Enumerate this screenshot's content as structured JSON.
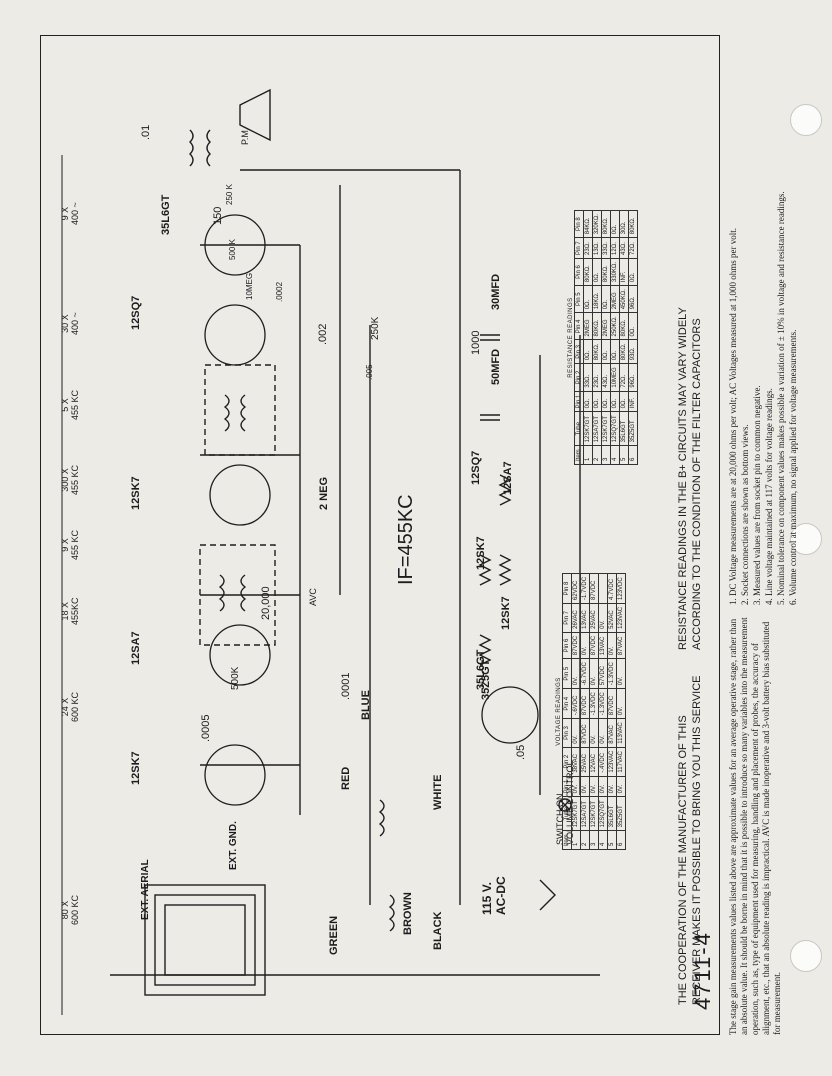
{
  "banner_bplus": [
    "RESISTANCE READINGS IN THE B+ CIRCUITS MAY VARY WIDELY",
    "ACCORDING TO THE CONDITION OF THE FILTER CAPACITORS"
  ],
  "banner_coop": [
    "THE COOPERATION OF THE MANUFACTURER OF THIS",
    "RECEIVER MAKES IT POSSIBLE TO BRING YOU THIS SERVICE"
  ],
  "model_number": "4711-4",
  "if_label": "IF=455KC",
  "switch_label": [
    "SWITCH ON",
    "VOLUME CONTROL"
  ],
  "power_label": [
    "115 V.",
    "AC-DC"
  ],
  "antenna_labels": [
    "EXT. AERIAL",
    "EXT. GND."
  ],
  "wire_colors": [
    "GREEN",
    "BROWN",
    "BLACK",
    "RED",
    "BLUE",
    "WHITE"
  ],
  "avc_label": "AVC",
  "tubes": [
    "12SK7",
    "12SA7",
    "12SK7",
    "12SQ7",
    "35L6GT",
    "35Z5GT"
  ],
  "heater_string": [
    "35L6GT",
    "12SK7",
    "12SK7",
    "12SQ7",
    "12SA7"
  ],
  "components": {
    "c_0005": ".0005",
    "c_0001": ".0001",
    "c_002": ".002",
    "c_01": ".01",
    "c_05": ".05",
    "c_0002": ".0002",
    "c_005": ".005",
    "r_20000": "20,000",
    "r_500k": "500K",
    "r_250k": "250K",
    "r_150": "150",
    "r_1000": "1000",
    "r_2neg": "2 NEG",
    "r_10meg": "10MEG",
    "r_500k_b": "500 K",
    "r_250k_b": "250 K",
    "c_50mfd": "50MFD",
    "c_30mfd": "30MFD",
    "pm": "P.M."
  },
  "stage_gains": [
    {
      "gain": "80 X",
      "freq": "600 KC"
    },
    {
      "gain": "24 X",
      "freq": "600 KC"
    },
    {
      "gain": "18 X",
      "freq": "455KC"
    },
    {
      "gain": "9 X",
      "freq": "455 KC"
    },
    {
      "gain": "300 X",
      "freq": "455 KC"
    },
    {
      "gain": "5 X",
      "freq": "455 KC"
    },
    {
      "gain": "30 X",
      "freq": "400 ~"
    },
    {
      "gain": "9 X",
      "freq": "400 ~"
    }
  ],
  "voltage_table": {
    "title": "VOLTAGE READINGS",
    "headers": [
      "Item",
      "Tube",
      "Pin 1",
      "Pin 2",
      "Pin 3",
      "Pin 4",
      "Pin 5",
      "Pin 6",
      "Pin 7",
      "Pin 8"
    ],
    "rows": [
      [
        "1",
        "12SK7GT",
        "0V.",
        "38VAC",
        "0V.",
        "-.6VDC",
        "0V.",
        "87VDC",
        "26VAC",
        "62VDC"
      ],
      [
        "2",
        "12SA7GT",
        "0V.",
        "25VAC",
        "87VDC",
        "87VDC",
        "-6.7VDC",
        "0V.",
        "13VAC",
        "-1.7VDC"
      ],
      [
        "3",
        "12SK7GT",
        "0V.",
        "12VAC",
        "0V.",
        "-1.3VDC",
        "0V.",
        "87VDC",
        "25VAC",
        "87VDC"
      ],
      [
        "4",
        "12SQ7GT",
        "0V.",
        "-.4VDC",
        "0V.",
        "-1.3VDC",
        "57VDC",
        "13VAC",
        "0V.",
        ""
      ],
      [
        "5",
        "35L6GT",
        "0V.",
        "123VAC",
        "87VAC",
        "87VDC",
        "-1.3VDC",
        "0V.",
        "52VAC",
        "4.7VDC"
      ],
      [
        "6",
        "35Z5GT",
        "0V.",
        "117VAC",
        "113VAC",
        "0V.",
        "0V.",
        "87VAC",
        "123VAC",
        "123VDC"
      ]
    ]
  },
  "resistance_table": {
    "title": "RESISTANCE READINGS",
    "headers": [
      "Item",
      "Tube",
      "Pin 1",
      "Pin 2",
      "Pin 3",
      "Pin 4",
      "Pin 5",
      "Pin 6",
      "Pin 7",
      "Pin 8"
    ],
    "rows": [
      [
        "1",
        "12SK7GT",
        "0Ω.",
        "33Ω.",
        "0Ω.",
        "2MEG",
        "0Ω.",
        "80KΩ.",
        "23Ω.",
        "84KΩ."
      ],
      [
        "2",
        "12SA7GT",
        "0Ω.",
        "23Ω.",
        "80KΩ.",
        "80KΩ.",
        "18KΩ.",
        "0Ω.",
        "13Ω.",
        "320KΩ."
      ],
      [
        "3",
        "12SK7GT",
        "0Ω.",
        "43Ω.",
        "0Ω.",
        "2MEG",
        "0Ω.",
        "80KΩ.",
        "33Ω.",
        "80KΩ."
      ],
      [
        "4",
        "12SQ7GT",
        "0Ω.",
        "10MEG",
        "0Ω.",
        "250KΩ.",
        "2MEG",
        "330KΩ.",
        "12Ω.",
        "0Ω."
      ],
      [
        "5",
        "35L6GT",
        "0Ω.",
        "72Ω.",
        "80KΩ.",
        "80KΩ.",
        "450KΩ.",
        "INF.",
        "43Ω.",
        "30Ω."
      ],
      [
        "6",
        "35Z5GT",
        "INF.",
        "96Ω.",
        "93Ω.",
        "0Ω.",
        "96Ω.",
        "0Ω.",
        "72Ω.",
        "80KΩ."
      ]
    ]
  },
  "notes_left": "The stage gain measurements values listed above are approximate values for an average operative stage, rather than an absolute value. It should be borne in mind that it is possible to introduce so many variables into the measurement operation, such as, type of equipment used for measuring, handling and placement of probes, the accuracy of alignment, etc., that an absolute reading is impractical. AVC is made inoperative and 3-volt battery bias substituted for measurement.",
  "notes_right": [
    "1. DC Voltage measurements are at 20,000 ohms per volt; AC Voltages measured at 1,000 ohms per volt.",
    "2. Socket connections are shown as bottom views.",
    "3. Measured values are from socket pin to common negative.",
    "4. Line voltage maintained at 117 volts for voltage readings.",
    "5. Nominal tolerance on component values makes possible a variation of ± 10% in voltage and resistance readings.",
    "6. Volume control at maximum, no signal applied for voltage measurements."
  ]
}
